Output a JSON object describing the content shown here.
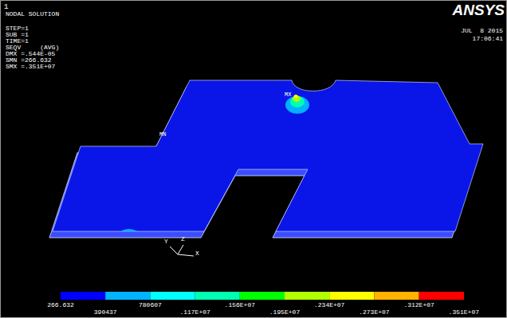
{
  "diagram": {
    "labels": [
      "1",
      "NODAL SOLUTION",
      "STEP=1",
      "SUB =1",
      "TIME=1",
      "SEQV     (AVG)",
      "DMX =.544E-05",
      "SMN =266.632",
      "SMX =.351E+07",
      "ANSYS",
      "JUL  8 2015",
      "17:06:41",
      "MX",
      "MN",
      "Y",
      "Z",
      "X",
      "266.632",
      "390437",
      "780607",
      ".117E+07",
      ".156E+07",
      ".195E+07",
      ".234E+07",
      ".273E+07",
      ".312E+07",
      ".351E+07"
    ]
  }
}
